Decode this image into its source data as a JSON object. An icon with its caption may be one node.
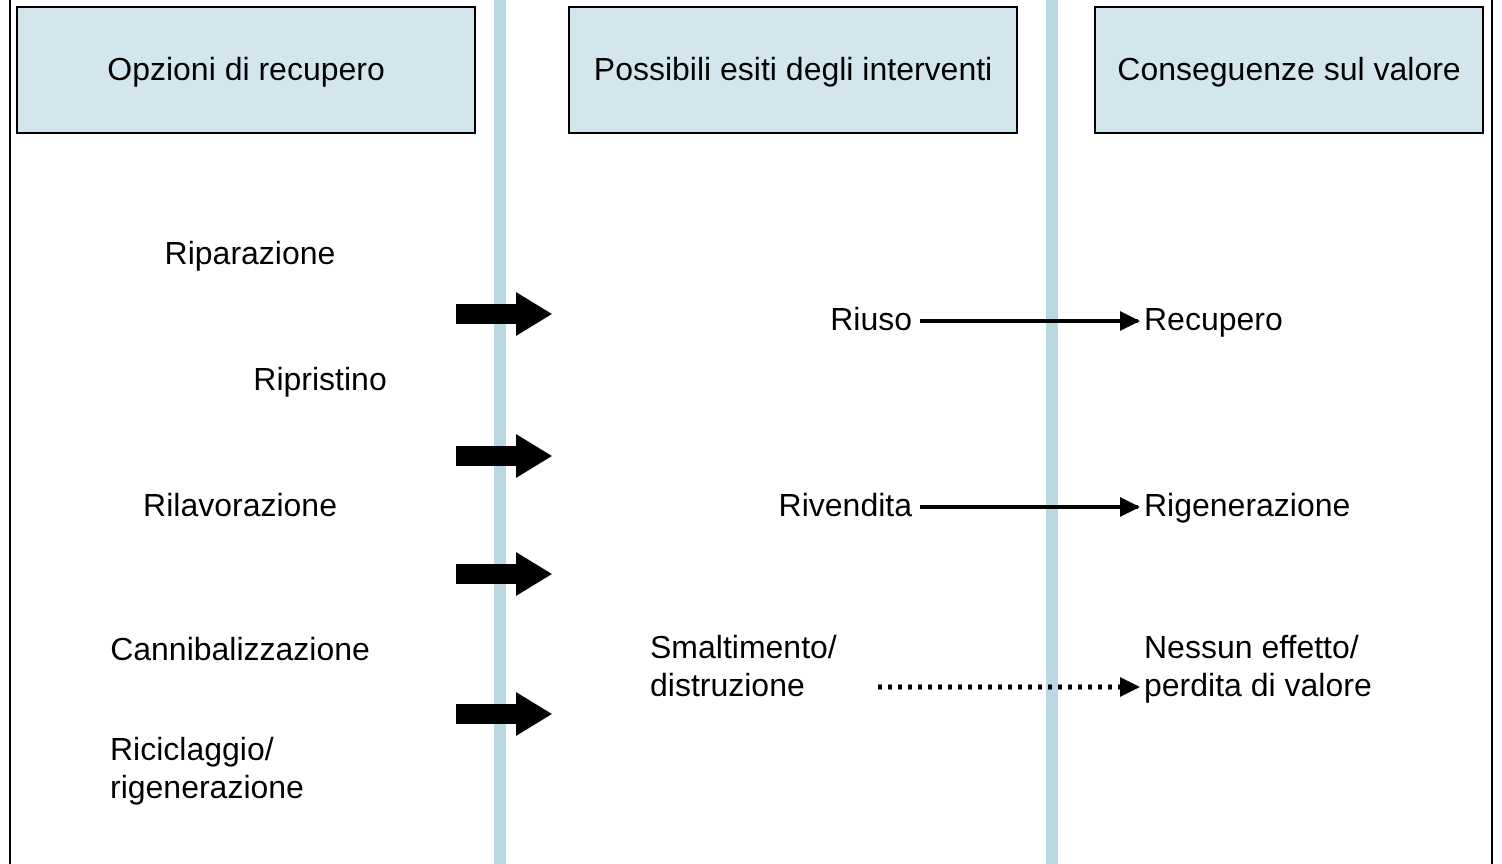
{
  "diagram": {
    "nodes": [
      {
        "text": [
          "Opzioni di recupero"
        ]
      },
      {
        "text": [
          "Possibili esiti degli interventi"
        ]
      },
      {
        "text": [
          "Conseguenze sul valore"
        ]
      },
      {
        "text": [
          "Riparazione"
        ]
      },
      {
        "text": [
          "Ripristino"
        ]
      },
      {
        "text": [
          "Rilavorazione"
        ]
      },
      {
        "text": [
          "Cannibalizzazione"
        ]
      },
      {
        "text": [
          "Riciclaggio/ rigenerazione"
        ]
      },
      {
        "text": [
          "Riuso"
        ]
      },
      {
        "text": [
          "Rivendita"
        ]
      },
      {
        "text": [
          "Smaltimento/ distruzione"
        ]
      },
      {
        "text": [
          "Recupero"
        ]
      },
      {
        "text": [
          "Rigenerazione"
        ]
      },
      {
        "text": [
          "Nessun effetto/ perdita di valore"
        ]
      }
    ],
    "edges": [
      {
        "from": 8,
        "to": 11,
        "arrow": "to"
      },
      {
        "from": 9,
        "to": 12,
        "arrow": "to"
      },
      {
        "from": 10,
        "to": 13,
        "arrow": "to",
        "style": "dashed"
      }
    ]
  }
}
